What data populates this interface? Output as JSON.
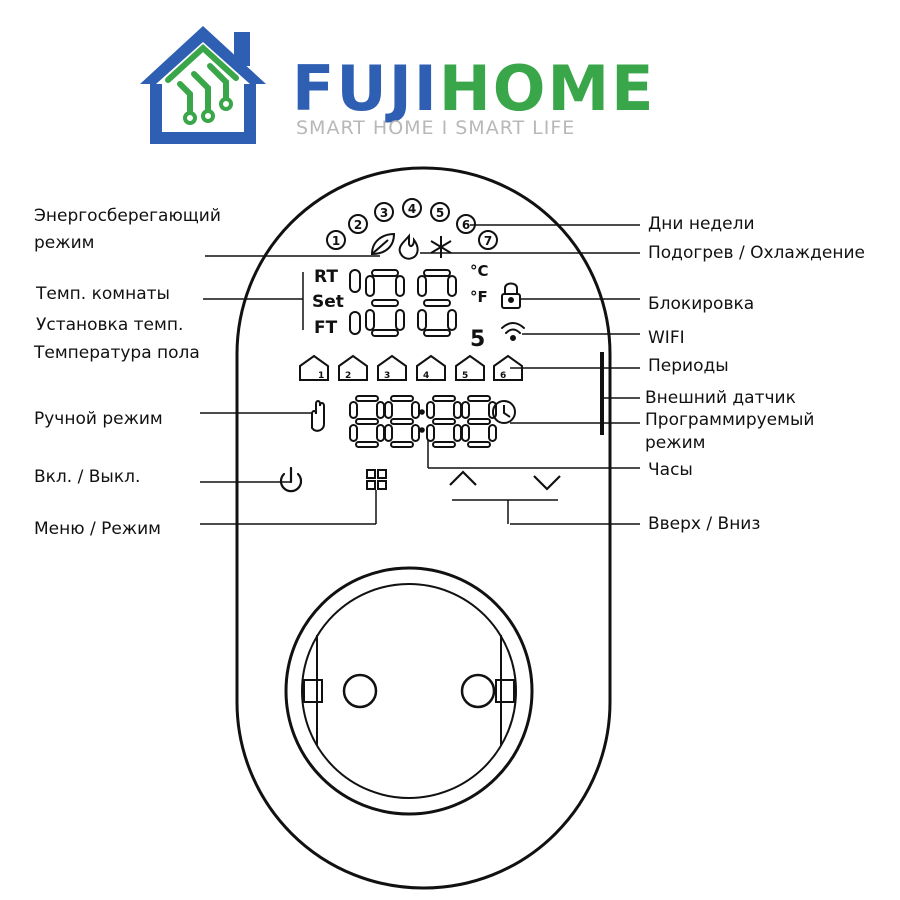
{
  "brand": {
    "name_part1": "FUJI",
    "name_part2": "HOME",
    "tagline": "SMART HOME I SMART LIFE",
    "colors": {
      "blue": "#2f5fb3",
      "green": "#3aa64a",
      "gray": "#b8b8b8"
    }
  },
  "labels_left": {
    "energy_saving": [
      "Энергосберегающий",
      "режим"
    ],
    "room_temp": "Темп. комнаты",
    "set_temp": "Установка темп.",
    "floor_temp": "Температура пола",
    "manual_mode": "Ручной режим",
    "power": "Вкл. / Выкл.",
    "menu": "Меню / Режим"
  },
  "labels_right": {
    "weekdays": "Дни недели",
    "heat_cool": "Подогрев / Охлаждение",
    "lock": "Блокировка",
    "wifi": "WIFI",
    "periods": "Периоды",
    "external_sensor": "Внешний датчик",
    "programmable": [
      "Программируемый",
      "режим"
    ],
    "clock": "Часы",
    "up_down": "Вверх / Вниз"
  },
  "display": {
    "rt": "RT",
    "set": "Set",
    "ft": "FT",
    "celsius": "°C",
    "fahrenheit": "°F",
    "mode_digit": "5",
    "days": [
      "1",
      "2",
      "3",
      "4",
      "5",
      "6",
      "7"
    ],
    "periods": [
      "1",
      "2",
      "3",
      "4",
      "5",
      "6"
    ]
  },
  "icons": {
    "leaf": "leaf-icon",
    "flame": "flame-icon",
    "snowflake": "snowflake-icon",
    "lock": "lock-icon",
    "wifi": "wifi-icon",
    "hand": "hand-icon",
    "clock": "clock-icon",
    "power": "power-icon",
    "menu": "menu-grid-icon",
    "up": "chevron-up-icon",
    "down": "chevron-down-icon"
  }
}
